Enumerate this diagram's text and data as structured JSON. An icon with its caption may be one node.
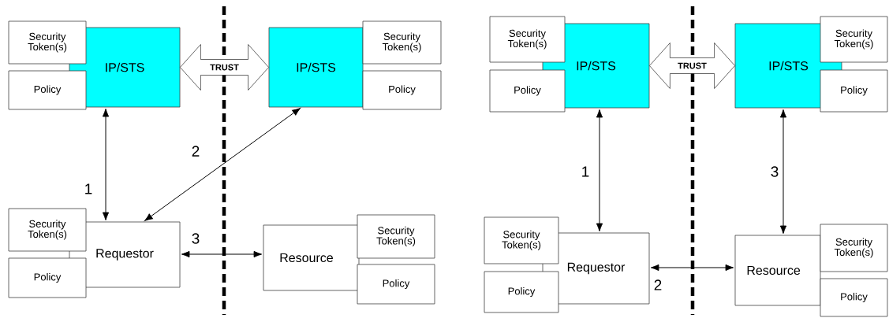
{
  "diagram": {
    "nodes": [
      {
        "text": [
          "Security Token(s)"
        ]
      },
      {
        "text": [
          "IP/STS"
        ]
      },
      {
        "text": [
          "Policy"
        ]
      },
      {
        "text": [
          "IP/STS"
        ]
      },
      {
        "text": [
          "Security Token(s)"
        ]
      },
      {
        "text": [
          "Policy"
        ]
      },
      {
        "text": [
          "Security Token(s)"
        ]
      },
      {
        "text": [
          "Requestor"
        ]
      },
      {
        "text": [
          "Policy"
        ]
      },
      {
        "text": [
          "Resource"
        ]
      },
      {
        "text": [
          "Security Token(s)"
        ]
      },
      {
        "text": [
          "Policy"
        ]
      },
      {
        "text": [
          "Security Token(s)"
        ]
      },
      {
        "text": [
          "IP/STS"
        ]
      },
      {
        "text": [
          "Policy"
        ]
      },
      {
        "text": [
          "IP/STS"
        ]
      },
      {
        "text": [
          "Security Token(s)"
        ]
      },
      {
        "text": [
          "Policy"
        ]
      },
      {
        "text": [
          "Security Token(s)"
        ]
      },
      {
        "text": [
          "Requestor"
        ]
      },
      {
        "text": [
          "Policy"
        ]
      },
      {
        "text": [
          "Resource"
        ]
      },
      {
        "text": [
          "Security Token(s)"
        ]
      },
      {
        "text": [
          "Policy"
        ]
      }
    ],
    "edges": [
      {
        "from": 1,
        "to": 3,
        "arrow": "both",
        "label": "TRUST"
      },
      {
        "from": 1,
        "to": 7,
        "arrow": "both",
        "label": "1"
      },
      {
        "from": 7,
        "to": 3,
        "arrow": "both",
        "label": "2"
      },
      {
        "from": 7,
        "to": 9,
        "arrow": "both",
        "label": "3"
      },
      {
        "from": 13,
        "to": 15,
        "arrow": "both",
        "label": "TRUST"
      },
      {
        "from": 13,
        "to": 19,
        "arrow": "both",
        "label": "1"
      },
      {
        "from": 19,
        "to": 21,
        "arrow": "both",
        "label": "2"
      },
      {
        "from": 15,
        "to": 21,
        "arrow": "both",
        "label": "3"
      }
    ]
  }
}
